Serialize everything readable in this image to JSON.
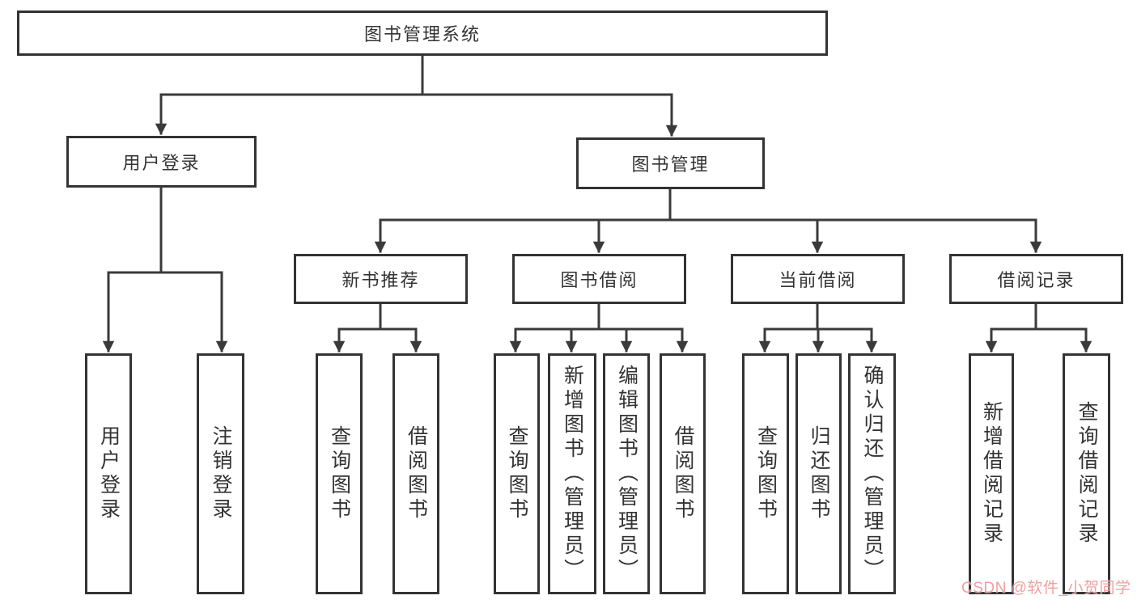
{
  "tree": {
    "root": "图书管理系统",
    "branches": [
      {
        "label": "用户登录",
        "children": [
          "用户登录",
          "注销登录"
        ]
      },
      {
        "label": "图书管理",
        "sections": [
          {
            "label": "新书推荐",
            "children": [
              "查询图书",
              "借阅图书"
            ]
          },
          {
            "label": "图书借阅",
            "children": [
              "查询图书",
              "新增图书（管理员）",
              "编辑图书（管理员）",
              "借阅图书"
            ]
          },
          {
            "label": "当前借阅",
            "children": [
              "查询图书",
              "归还图书",
              "确认归还（管理员）"
            ]
          },
          {
            "label": "借阅记录",
            "children": [
              "新增借阅记录",
              "查询借阅记录"
            ]
          }
        ]
      }
    ]
  },
  "watermark": {
    "text": "CSDN @软件_小贺同学",
    "color": "#ef9a9a"
  },
  "colors": {
    "line": "#3a3a3a",
    "border": "#333333",
    "text": "#333333",
    "background": "#ffffff"
  }
}
